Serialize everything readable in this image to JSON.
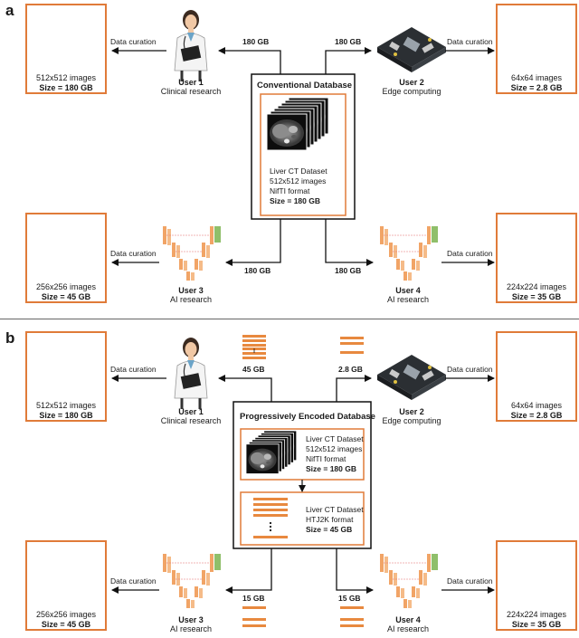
{
  "panels": {
    "a": {
      "label": "a",
      "db_title": "Conventional Database",
      "db_lines": [
        "Liver CT Dataset",
        "512x512 images",
        "NifTI format"
      ],
      "db_size": "Size = 180 GB",
      "arrow_top_left": "180 GB",
      "arrow_top_right": "180 GB",
      "arrow_bottom_left": "180 GB",
      "arrow_bottom_right": "180 GB",
      "curation": "Data curation",
      "users": [
        {
          "name": "User 1",
          "role": "Clinical research",
          "images": "512x512 images",
          "size": "Size = 180 GB"
        },
        {
          "name": "User 2",
          "role": "Edge computing",
          "images": "64x64 images",
          "size": "Size = 2.8 GB"
        },
        {
          "name": "User 3",
          "role": "AI research",
          "images": "256x256 images",
          "size": "Size = 45 GB"
        },
        {
          "name": "User 4",
          "role": "AI research",
          "images": "224x224 images",
          "size": "Size = 35 GB"
        }
      ]
    },
    "b": {
      "label": "b",
      "db_title": "Progressively Encoded Database",
      "db_lines": [
        "Liver CT Dataset",
        "512x512 images",
        "NifTI format"
      ],
      "db_size": "Size = 180 GB",
      "db2_lines": [
        "Liver CT Dataset",
        "HTJ2K format"
      ],
      "db2_size": "Size = 45 GB",
      "arrow_top_left": "45 GB",
      "arrow_top_right": "2.8 GB",
      "arrow_bottom_left": "15 GB",
      "arrow_bottom_right": "15 GB",
      "curation": "Data curation",
      "users": [
        {
          "name": "User 1",
          "role": "Clinical research",
          "images": "512x512 images",
          "size": "Size = 180 GB"
        },
        {
          "name": "User 2",
          "role": "Edge computing",
          "images": "64x64 images",
          "size": "Size = 2.8 GB"
        },
        {
          "name": "User 3",
          "role": "AI research",
          "images": "256x256 images",
          "size": "Size = 45 GB"
        },
        {
          "name": "User 4",
          "role": "AI research",
          "images": "224x224 images",
          "size": "Size = 35 GB"
        }
      ]
    }
  },
  "colors": {
    "accent": "#e07b39",
    "stripe": "#e8893f",
    "nn_green": "#8fbf6a",
    "ct_dark": "#111111"
  }
}
